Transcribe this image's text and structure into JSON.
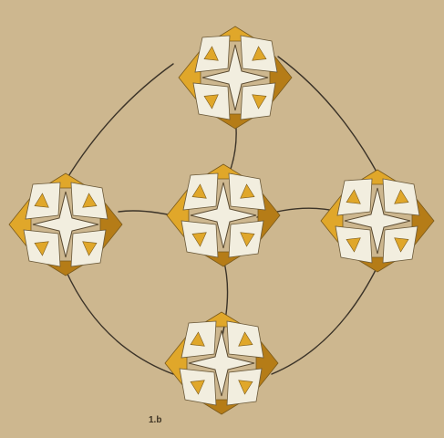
{
  "figure": {
    "label": "1.b",
    "modules": [
      {
        "id": "top",
        "name": "origami-module-top"
      },
      {
        "id": "left",
        "name": "origami-module-left"
      },
      {
        "id": "center",
        "name": "origami-module-center"
      },
      {
        "id": "right",
        "name": "origami-module-right"
      },
      {
        "id": "bottom",
        "name": "origami-module-bottom"
      }
    ],
    "colors": {
      "background": "#cdb78f",
      "paper_white": "#f2eedf",
      "paper_gold": "#e0a72a",
      "paper_gold_dark": "#b57c17",
      "wire": "#3b3328",
      "label": "#3e3424"
    }
  }
}
